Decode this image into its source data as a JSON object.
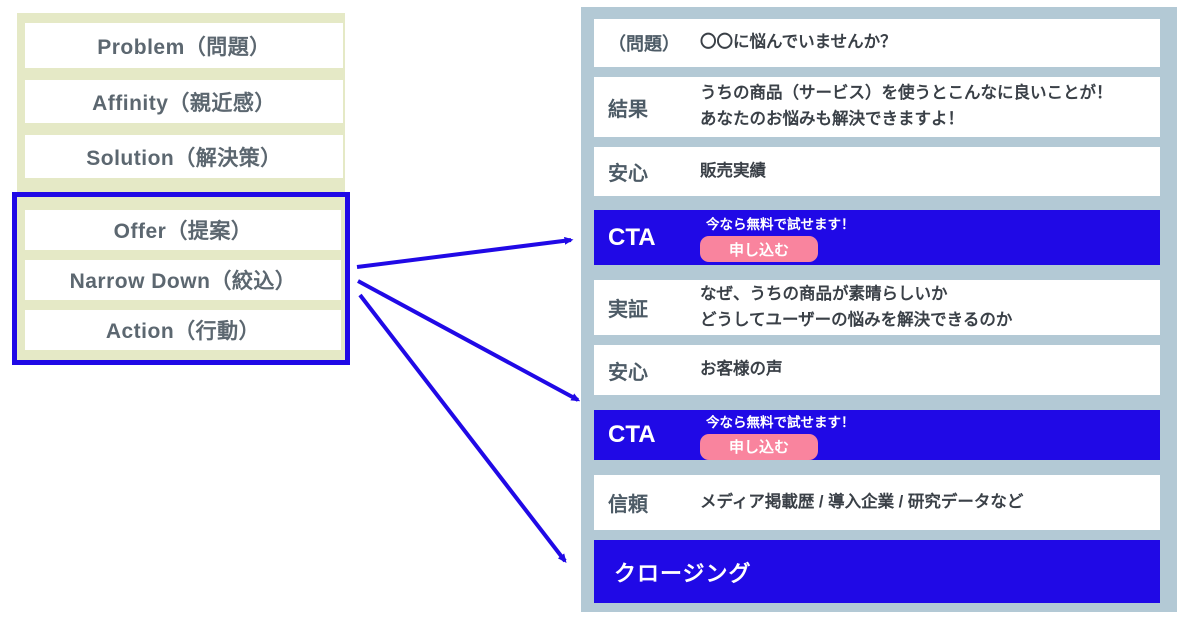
{
  "colors": {
    "blue": "#2009e6",
    "pink": "#f9849e",
    "beige": "#e5e9c6",
    "panel": "#b3c9d5",
    "slate": "#5c6770",
    "slate2": "#4d5b66",
    "body-text": "#3a4047"
  },
  "left_panel": {
    "top_items": [
      "Problem（問題）",
      "Affinity（親近感）",
      "Solution（解決策）"
    ],
    "bottom_items": [
      "Offer（提案）",
      "Narrow Down（絞込）",
      "Action（行動）"
    ]
  },
  "right_panel": {
    "rows": [
      {
        "type": "plain",
        "label": "（問題）",
        "lines": [
          "〇〇に悩んでいませんか？"
        ]
      },
      {
        "type": "plain",
        "label": "結果",
        "lines": [
          "うちの商品（サービス）を使うとこんなに良いことが！",
          "あなたのお悩みも解決できますよ！"
        ]
      },
      {
        "type": "plain",
        "label": "安心",
        "lines": [
          "販売実績"
        ]
      },
      {
        "type": "cta",
        "label": "CTA",
        "note": "今なら無料で試せます！",
        "button": "申し込む"
      },
      {
        "type": "plain",
        "label": "実証",
        "lines": [
          "なぜ、うちの商品が素晴らしいか",
          "どうしてユーザーの悩みを解決できるのか"
        ]
      },
      {
        "type": "plain",
        "label": "安心",
        "lines": [
          "お客様の声"
        ]
      },
      {
        "type": "cta",
        "label": "CTA",
        "note": "今なら無料で試せます！",
        "button": "申し込む"
      },
      {
        "type": "plain",
        "label": "信頼",
        "lines": [
          "メディア掲載歴 / 導入企業 / 研究データなど"
        ]
      },
      {
        "type": "closing",
        "label": "クロージング"
      }
    ]
  }
}
